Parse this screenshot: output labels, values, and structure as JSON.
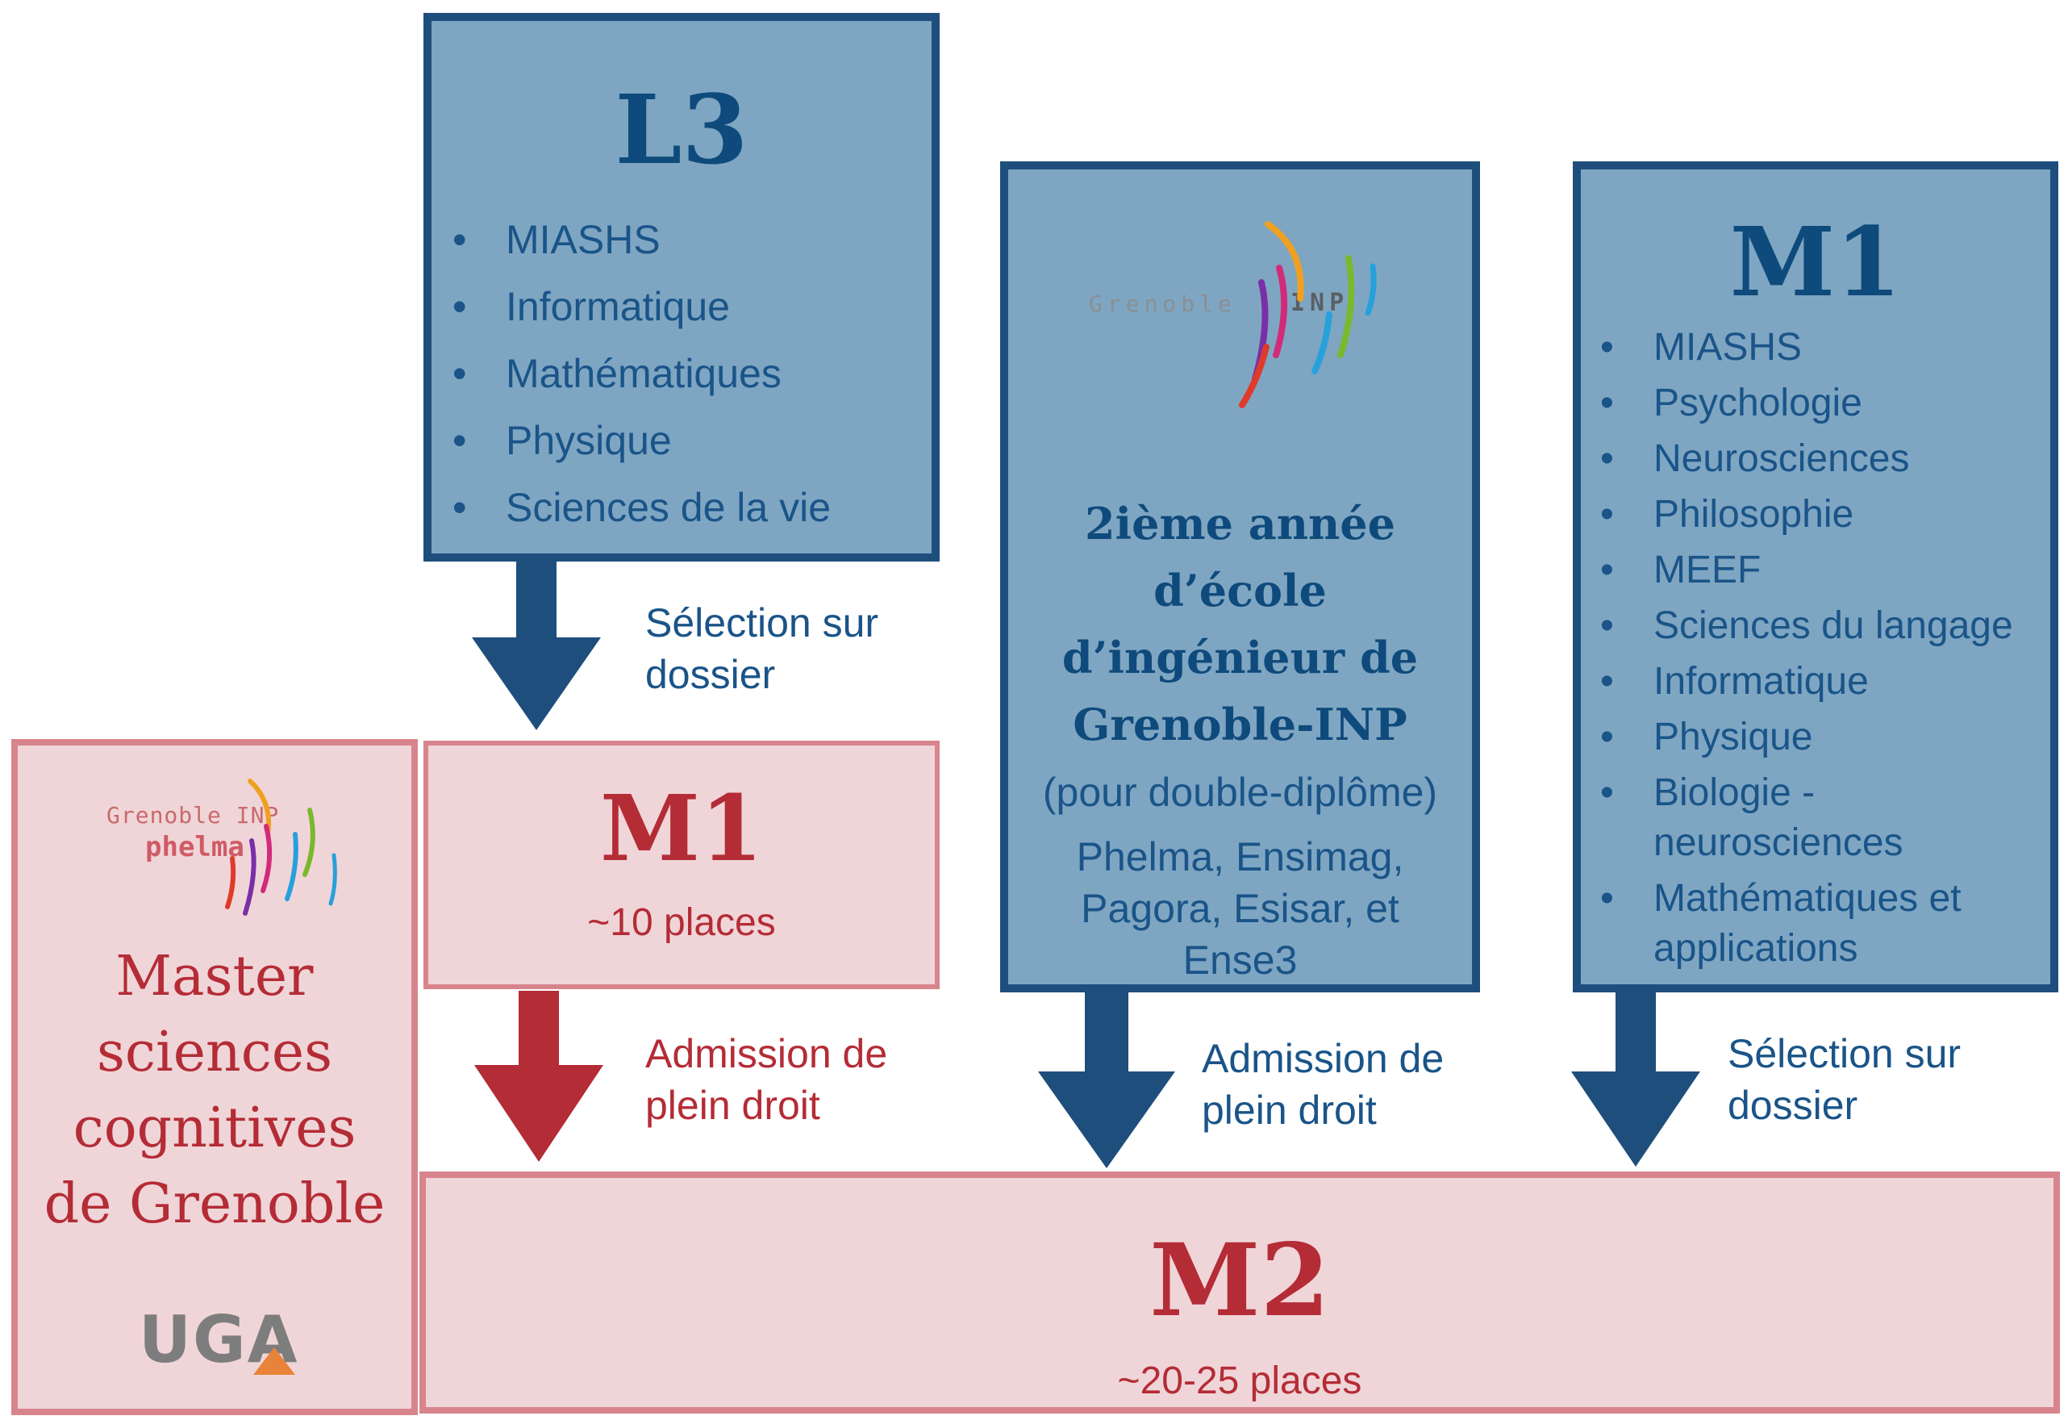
{
  "l3": {
    "title": "L3",
    "items": [
      "MIASHS",
      "Informatique",
      "Mathématiques",
      "Physique",
      "Sciences de la vie"
    ]
  },
  "inp": {
    "logo_text_left": "Grenoble",
    "logo_text_right": "INP",
    "title_lines": [
      "2ième année",
      "d’école",
      "d’ingénieur de",
      "Grenoble-INP"
    ],
    "subtitle": "(pour double-diplôme)",
    "schools_lines": [
      "Phelma, Ensimag,",
      "Pagora, Esisar, et",
      "Ense3"
    ]
  },
  "m1_right": {
    "title": "M1",
    "items": [
      "MIASHS",
      "Psychologie",
      "Neurosciences",
      "Philosophie",
      "MEEF",
      "Sciences du langage",
      "Informatique",
      "Physique",
      "Biologie - neurosciences",
      "Mathématiques et applications"
    ]
  },
  "m1_center": {
    "title": "M1",
    "places": "~10 places"
  },
  "m2": {
    "title": "M2",
    "places": "~20-25 places"
  },
  "master": {
    "logo_line1": "Grenoble INP",
    "logo_line2": "phelma",
    "title_lines": [
      "Master",
      "sciences",
      "cognitives",
      "de Grenoble"
    ],
    "uga_logo": "UGA"
  },
  "arrows": {
    "l3_to_m1": "Sélection sur dossier",
    "m1_to_m2": "Admission de plein droit",
    "inp_to_m2": "Admission de plein droit",
    "m1r_to_m2": "Sélection sur dossier"
  },
  "colors": {
    "blue_fill": "#7ea6c2",
    "blue_border": "#1e4e7c",
    "pink_fill": "#f0d5d8",
    "pink_border": "#d8848d",
    "red_text": "#b42c36",
    "blue_text": "#1a5488"
  }
}
